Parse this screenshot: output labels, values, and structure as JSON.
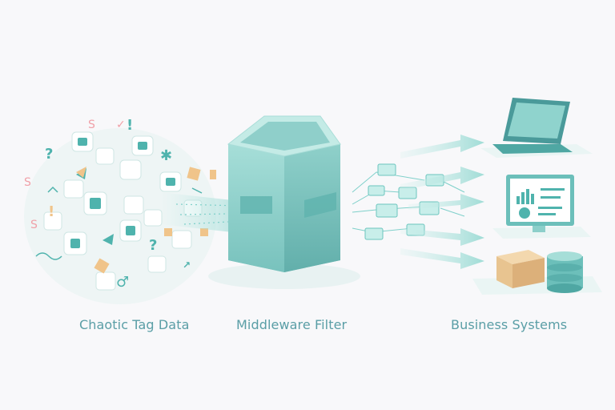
{
  "labels": {
    "source": "Chaotic Tag Data",
    "middleware": "Middleware Filter",
    "destination": "Business Systems"
  },
  "colors": {
    "teal": "#7cc9c4",
    "teal_dark": "#4a9a9a",
    "label": "#5a9ea6",
    "orange": "#f0c48a",
    "pink": "#f0a0a8"
  }
}
